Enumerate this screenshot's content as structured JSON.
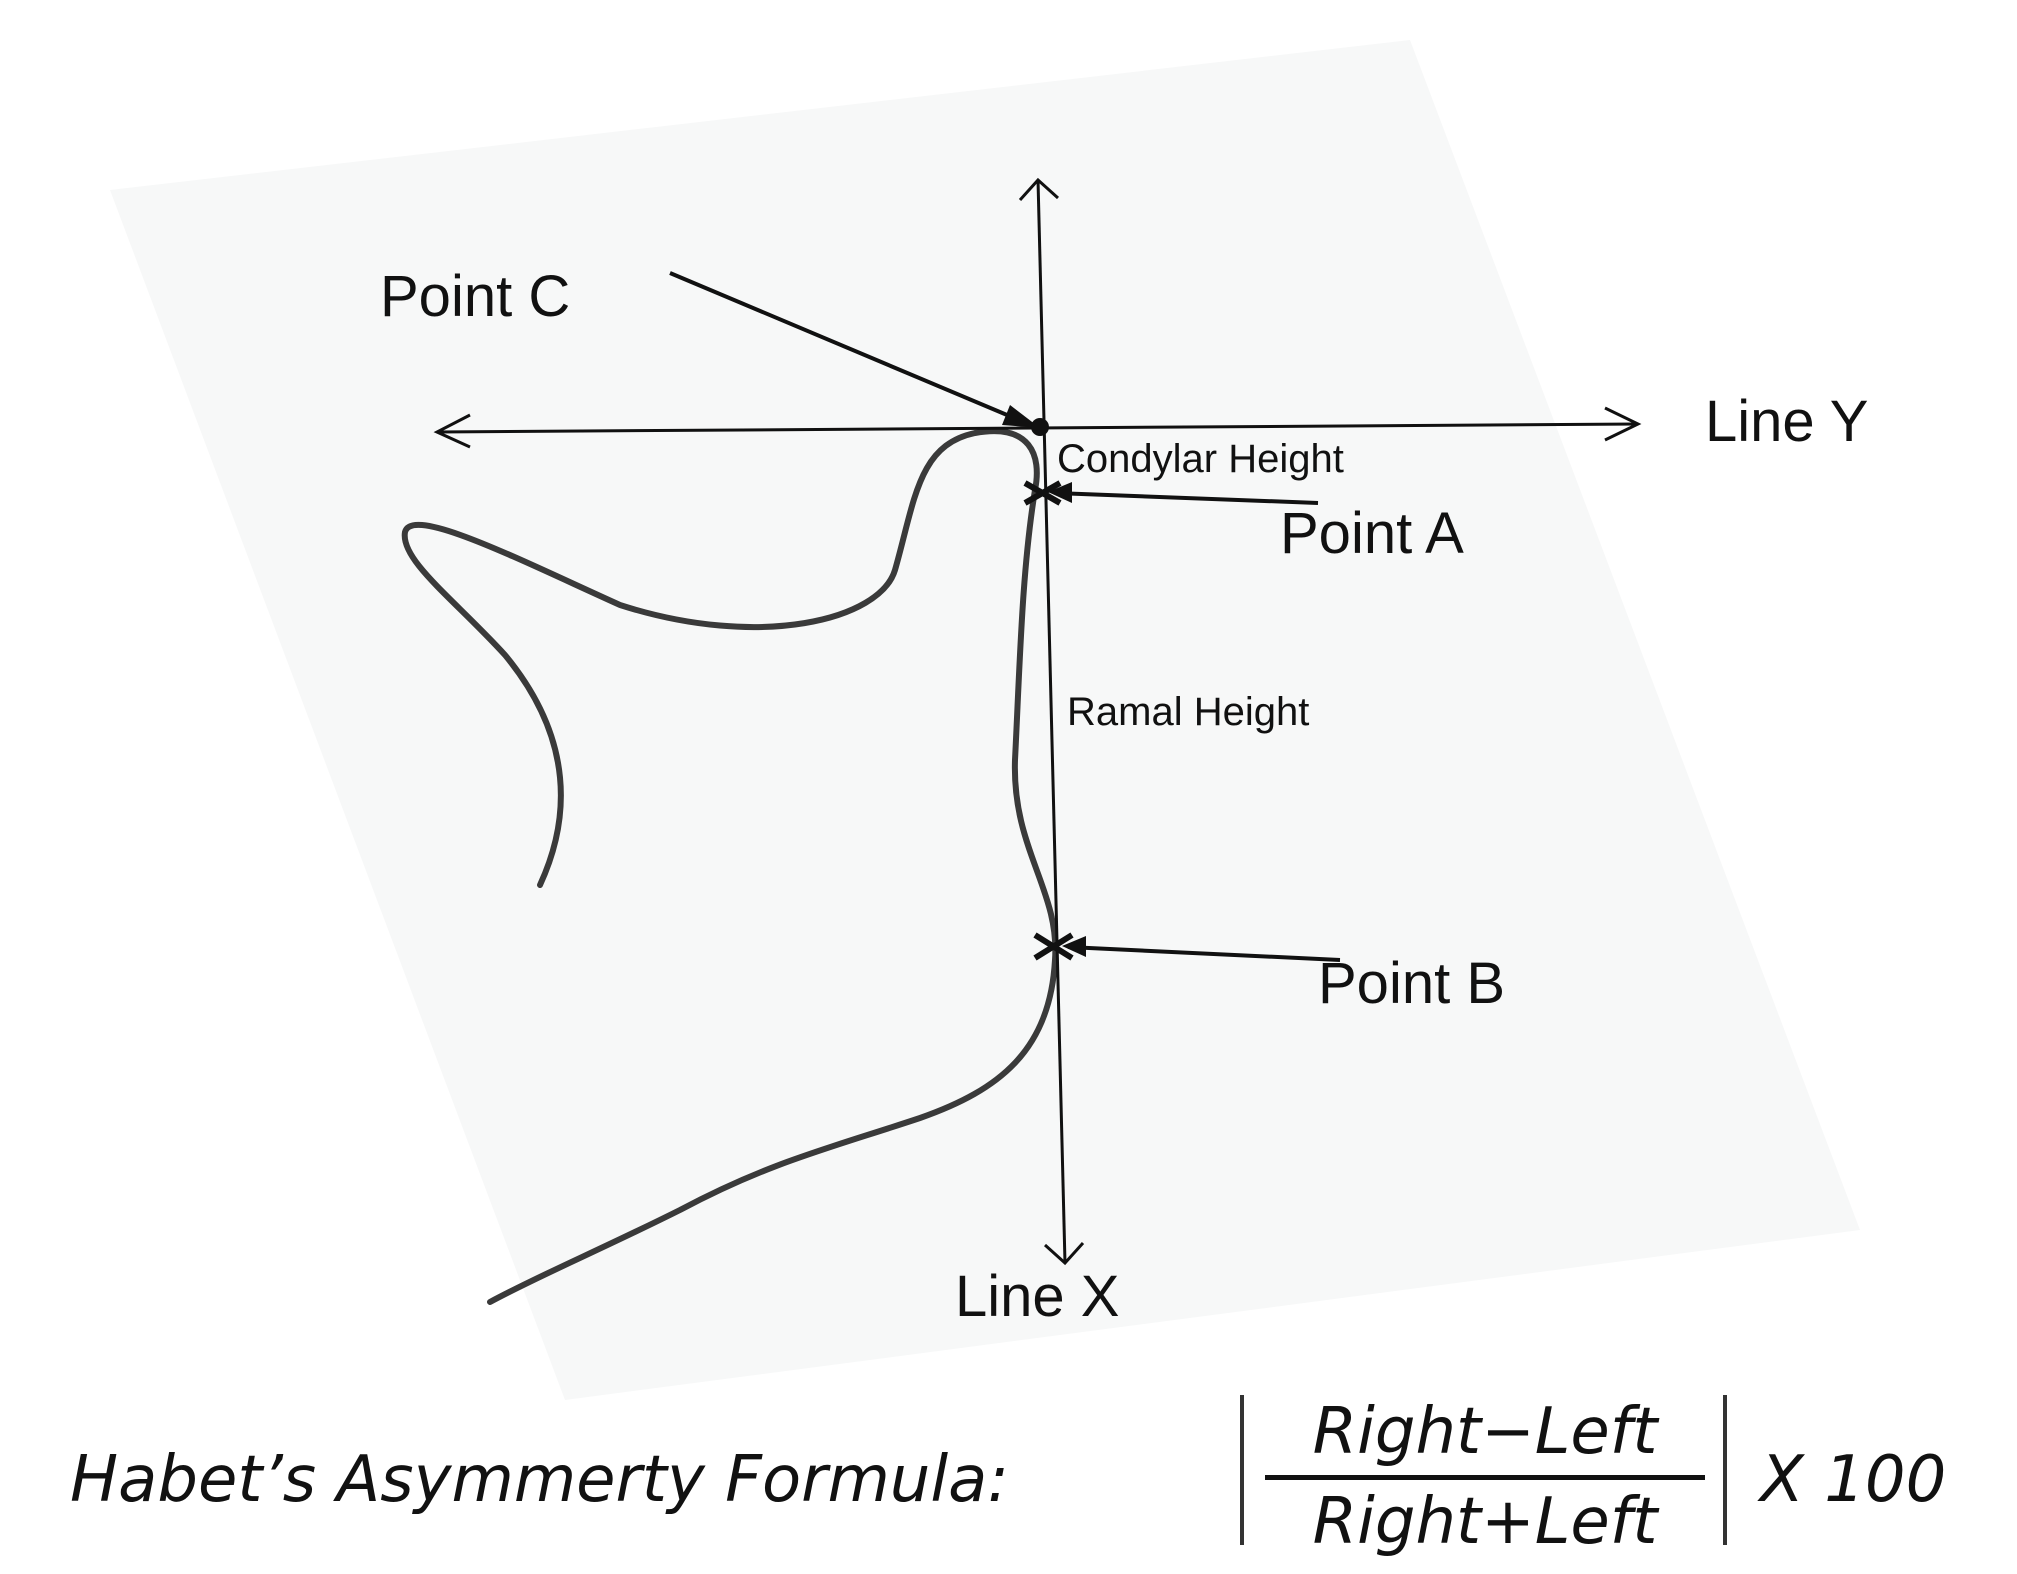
{
  "labels": {
    "point_c": "Point C",
    "line_y": "Line Y",
    "condylar_height": "Condylar Height",
    "point_a": "Point A",
    "ramal_height": "Ramal Height",
    "point_b": "Point B",
    "line_x": "Line X"
  },
  "formula": {
    "label": "Habet’s Asymmerty Formula:",
    "numerator": "Right−Left",
    "denominator": "Right+Left",
    "multiplier": "X 100"
  },
  "colors": {
    "ink": "#111111",
    "sheet": "#f7f8f8"
  }
}
